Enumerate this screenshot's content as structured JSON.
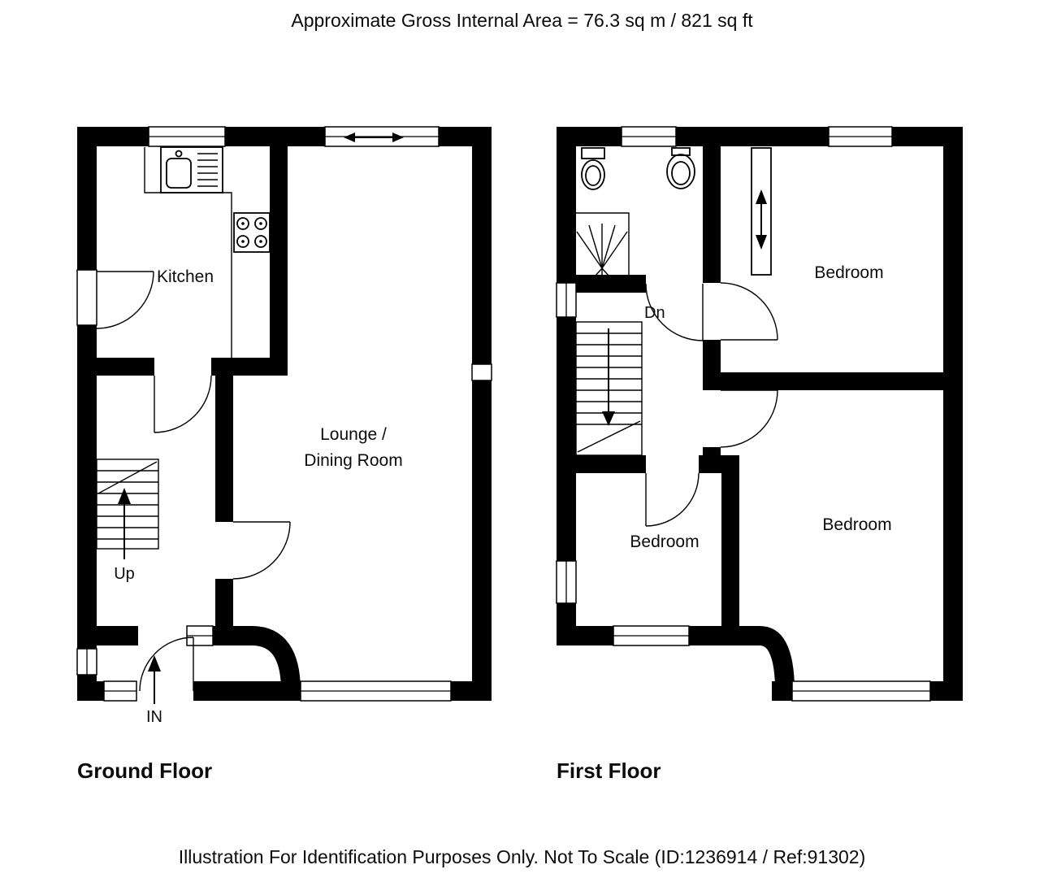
{
  "header": {
    "title": "Approximate Gross Internal Area = 76.3 sq m / 821 sq ft"
  },
  "ground_floor": {
    "title": "Ground Floor",
    "labels": {
      "kitchen": "Kitchen",
      "lounge_line1": "Lounge /",
      "lounge_line2": "Dining Room",
      "stairs_direction": "Up",
      "entrance": "IN"
    }
  },
  "first_floor": {
    "title": "First Floor",
    "labels": {
      "bedroom_top": "Bedroom",
      "bedroom_bottom_left": "Bedroom",
      "bedroom_bottom_right": "Bedroom",
      "stairs_direction": "Dn"
    }
  },
  "footer": {
    "disclaimer": "Illustration For Identification Purposes Only. Not To Scale (ID:1236914 / Ref:91302)"
  },
  "colors": {
    "walls": "#000000",
    "text": "#0c0c0c",
    "background": "#ffffff"
  }
}
